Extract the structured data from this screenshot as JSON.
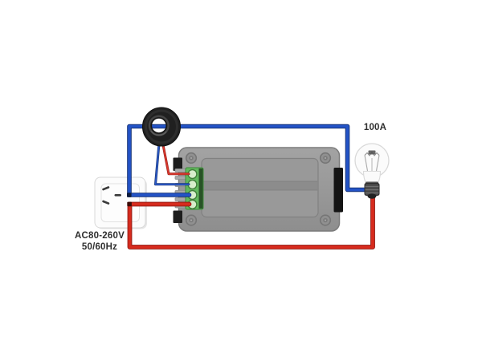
{
  "diagram": {
    "socket": {
      "voltage_label": "AC80-260V",
      "frequency_label": "50/60Hz"
    },
    "load": {
      "rating_label": "100A"
    },
    "colors": {
      "neutral_wire_blue": "#2353c6",
      "neutral_wire_blue_dark": "#143070",
      "live_wire_red": "#d62b1e",
      "live_wire_red_dark": "#8e1812",
      "device_body_gray": "#9a9a9a",
      "terminal_block_green": "#63b85e",
      "terminal_hole_green": "#d7edcb",
      "ct_ring_black": "#202020",
      "socket_plate_white": "#fcfcfc",
      "label_text": "#2f2f2f"
    },
    "components": {
      "socket": "ac-wall-socket",
      "current_transformer": "ct-ring",
      "meter": "power-meter-rear",
      "terminal_block": "4-pin-terminal",
      "load": "incandescent-bulb"
    }
  }
}
